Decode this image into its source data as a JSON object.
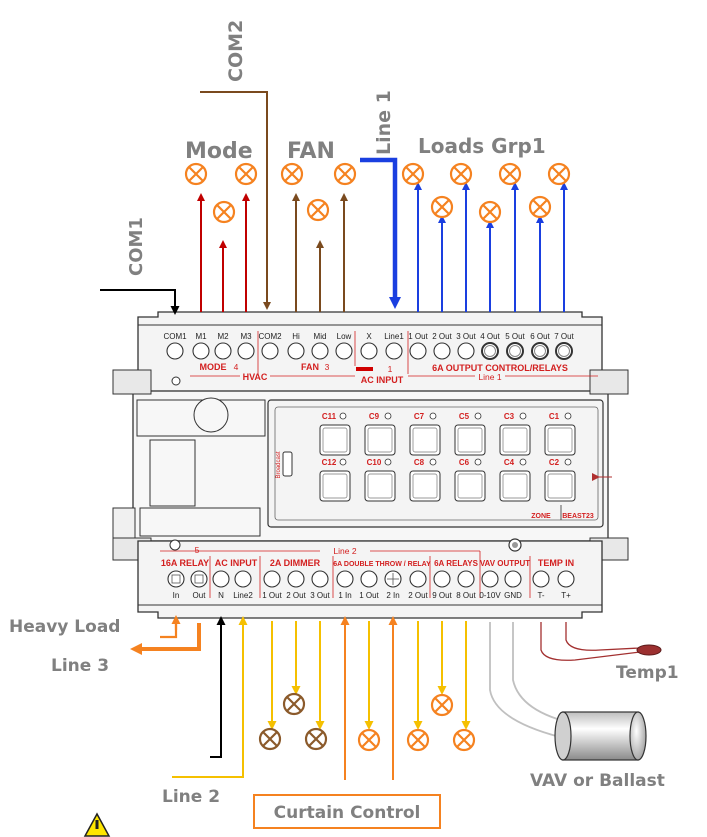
{
  "labels": {
    "com2": "COM2",
    "com1": "COM1",
    "line1": "Line 1",
    "mode": "Mode",
    "fan": "FAN",
    "loads_grp1": "Loads Grp1",
    "heavy_load": "Heavy Load",
    "line3": "Line 3",
    "temp1": "Temp1",
    "vav_or_ballast": "VAV or Ballast",
    "line2": "Line 2",
    "curtain_control": "Curtain Control"
  },
  "top_terminals": [
    "COM1",
    "M1",
    "M2",
    "M3",
    "COM2",
    "Hi",
    "Mid",
    "Low",
    "X",
    "Line1",
    "1 Out",
    "2 Out",
    "3 Out",
    "4 Out",
    "5 Out",
    "6 Out",
    "7 Out"
  ],
  "top_sections": {
    "mode": "MODE",
    "mode_num": "4",
    "fan": "FAN",
    "fan_num": "3",
    "ac_input": "AC INPUT",
    "ac_num": "1",
    "output_relays": "6A OUTPUT CONTROL/RELAYS",
    "hvac": "HVAC",
    "line1_bus": "Line 1"
  },
  "bottom_sections": {
    "relay16": "16A RELAY",
    "relay16_num": "5",
    "ac_input": "AC INPUT",
    "dimmer": "2A DIMMER",
    "double_throw": "6A DOUBLE THROW / RELAY",
    "relays6": "6A RELAYS",
    "vav_output": "VAV OUTPUT",
    "temp_in": "TEMP IN",
    "line2_bus": "Line 2"
  },
  "bottom_terminals": [
    "In",
    "Out",
    "N",
    "Line2",
    "1 Out",
    "2 Out",
    "3 Out",
    "1 In",
    "1 Out",
    "2 In",
    "2 Out",
    "9 Out",
    "8 Out",
    "0-10V",
    "GND",
    "T-",
    "T+"
  ],
  "panel": {
    "channels_top": [
      "C11",
      "C9",
      "C7",
      "C5",
      "C3",
      "C1"
    ],
    "channels_bottom": [
      "C12",
      "C10",
      "C8",
      "C6",
      "C4",
      "C2"
    ],
    "broadcast": "Broadcast",
    "zone": "ZONE",
    "model": "BEAST23"
  },
  "colors": {
    "mode_wire": "#c00000",
    "fan_wire": "#7a4a1e",
    "loads_wire": "#1a3fe0",
    "line1_wire": "#1a3fe0",
    "dimmer_wire": "#f5c000",
    "relay_wire": "#f58220",
    "text_gray": "#808080",
    "lamp_orange": "#f58220",
    "lamp_brown": "#8b5a2b"
  }
}
